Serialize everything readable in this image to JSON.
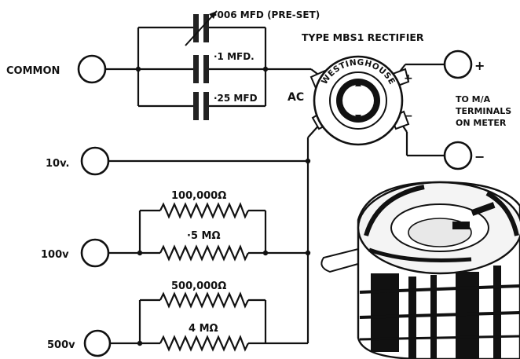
{
  "labels": {
    "common": "COMMON",
    "v10": "10v.",
    "v100": "100v",
    "v500": "500v",
    "cap_preset": "·006 MFD (PRE-SET)",
    "cap_1": "·1 MFD.",
    "cap_25": "·25 MFD",
    "rectifier_type": "TYPE MBS1 RECTIFIER",
    "brand": "WESTINGHOUSE",
    "ac": "AC",
    "plus": "+",
    "minus": "−",
    "out_plus": "+",
    "out_minus": "−",
    "meter_line1": "TO M/A",
    "meter_line2": "TERMINALS",
    "meter_line3": "ON METER",
    "r_100k": "100,000Ω",
    "r_5m": "·5 MΩ",
    "r_500k": "500,000Ω",
    "r_4m": "4 MΩ"
  }
}
